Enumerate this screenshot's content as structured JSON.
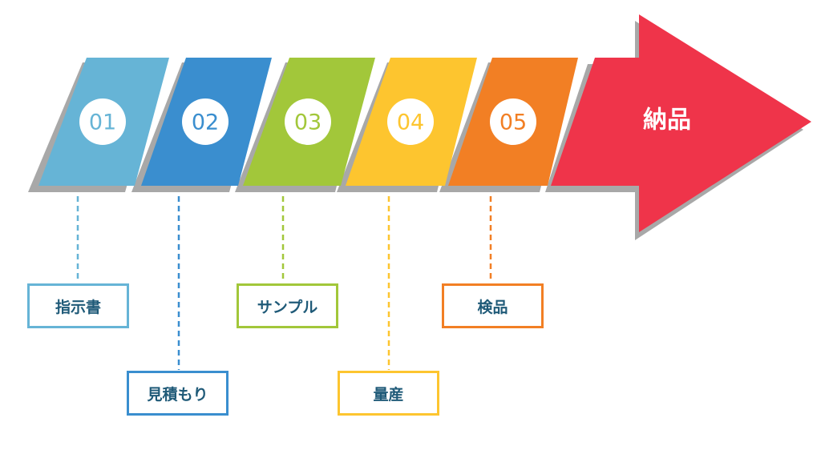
{
  "steps": [
    {
      "number": "01",
      "label": "指示書",
      "color": "#66b4d6"
    },
    {
      "number": "02",
      "label": "見積もり",
      "color": "#3a8ecf"
    },
    {
      "number": "03",
      "label": "サンプル",
      "color": "#a2c73a"
    },
    {
      "number": "04",
      "label": "量産",
      "color": "#fdc52f"
    },
    {
      "number": "05",
      "label": "検品",
      "color": "#f27f24"
    }
  ],
  "final": {
    "label": "納品",
    "color": "#ef344a"
  },
  "label_text_color": "#1f5a78",
  "shadow_color": "#a8a8a8"
}
